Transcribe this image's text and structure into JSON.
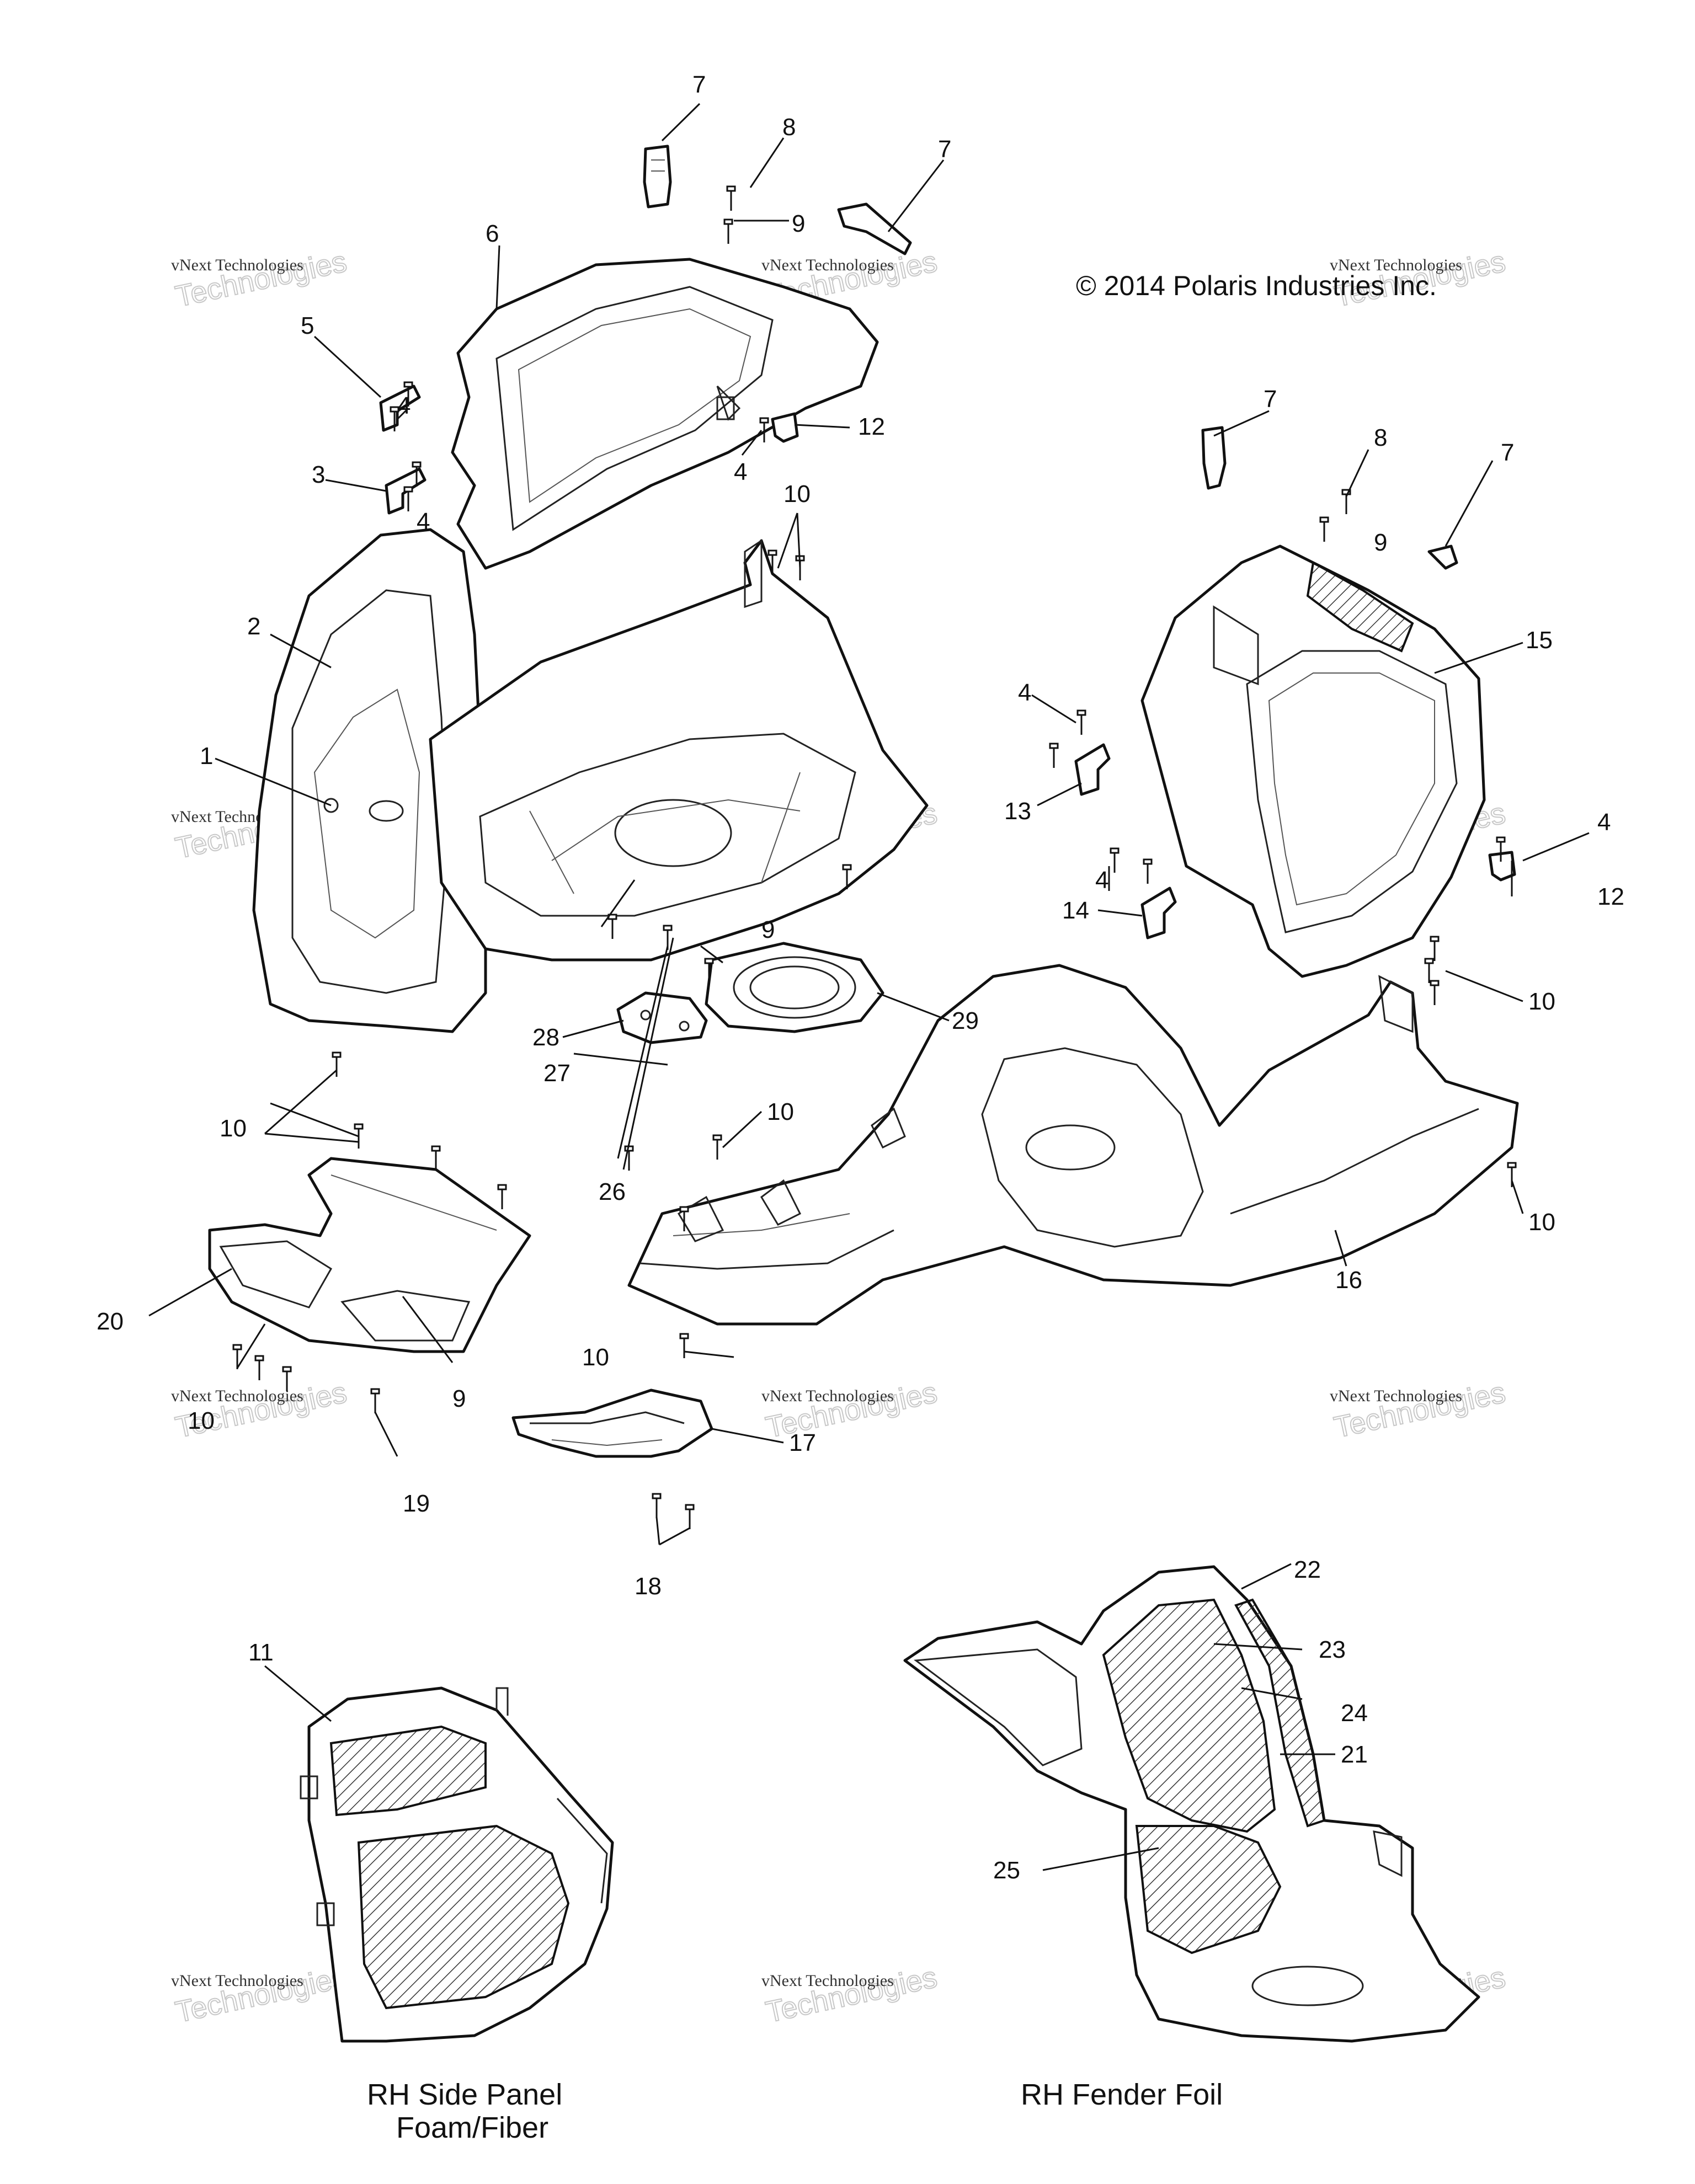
{
  "copyright": "© 2014 Polaris Industries Inc.",
  "captions": {
    "side_panel_line1": "RH Side Panel",
    "side_panel_line2": "Foam/Fiber",
    "fender_foil": "RH Fender Foil"
  },
  "watermark": {
    "line1": "vNext Technologies",
    "line2": "Technologies",
    "arc": "vNext"
  },
  "callouts": {
    "c1": "1",
    "c2": "2",
    "c3": "3",
    "c4a": "4",
    "c4b": "4",
    "c4c": "4",
    "c4d": "4",
    "c4e": "4",
    "c4f": "4",
    "c5": "5",
    "c6": "6",
    "c7a": "7",
    "c7b": "7",
    "c7c": "7",
    "c7d": "7",
    "c8a": "8",
    "c8b": "8",
    "c9a": "9",
    "c9b": "9",
    "c9c": "9",
    "c9d": "9",
    "c10a": "10",
    "c10b": "10",
    "c10c": "10",
    "c10d": "10",
    "c10e": "10",
    "c10f": "10",
    "c10g": "10",
    "c11": "11",
    "c12a": "12",
    "c12b": "12",
    "c13": "13",
    "c14": "14",
    "c15": "15",
    "c16": "16",
    "c17": "17",
    "c18": "18",
    "c19": "19",
    "c20": "20",
    "c21": "21",
    "c22": "22",
    "c23": "23",
    "c24": "24",
    "c25": "25",
    "c26": "26",
    "c27": "27",
    "c28": "28",
    "c29": "29"
  }
}
